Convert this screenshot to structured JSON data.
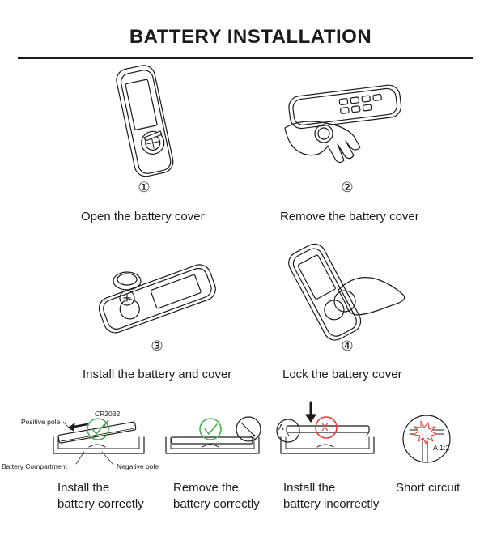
{
  "title": "BATTERY INSTALLATION",
  "steps": [
    {
      "number": "①",
      "caption": "Open the battery cover"
    },
    {
      "number": "②",
      "caption": "Remove the battery cover"
    },
    {
      "number": "③",
      "caption": "Install the battery and cover"
    },
    {
      "number": "④",
      "caption": "Lock the battery cover"
    }
  ],
  "diagram_labels": {
    "positive_pole": "Positive pole",
    "cr2032": "CR2032",
    "battery_compartment": "Battery Compartment",
    "negative_pole": "Negative pole",
    "detail_a": "A",
    "detail_scale": "A 1:2",
    "wrong_mark": "X"
  },
  "bottom_captions": [
    {
      "line1": "Install the",
      "line2": "battery correctly"
    },
    {
      "line1": "Remove the",
      "line2": "battery correctly"
    },
    {
      "line1": "Install the",
      "line2": "battery incorrectly"
    },
    {
      "line1": "Short circuit",
      "line2": ""
    }
  ],
  "colors": {
    "check": "#4caf50",
    "cross": "#e53935",
    "ink": "#1a1a1a"
  }
}
